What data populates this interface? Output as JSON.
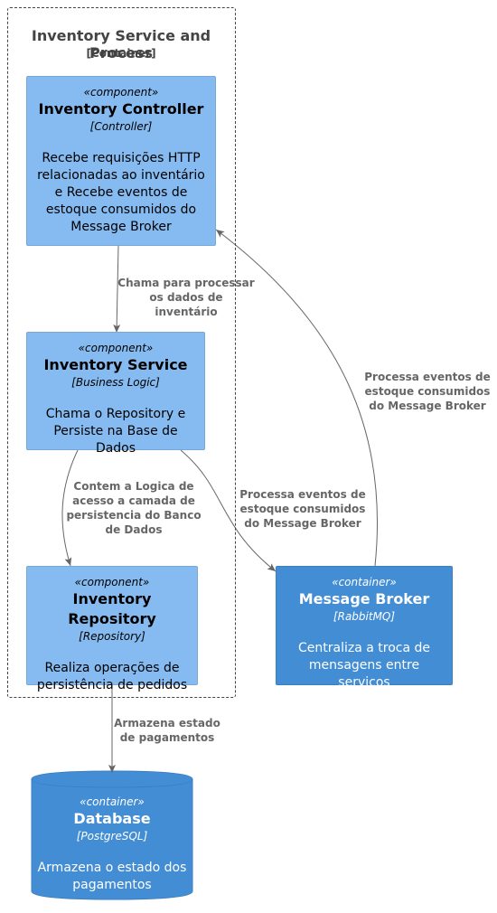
{
  "boundary": {
    "title": "Inventory Service and Process",
    "type": "[Container]"
  },
  "nodes": {
    "controller": {
      "stereotype": "«component»",
      "title": "Inventory Controller",
      "tech": "[Controller]",
      "desc": "Recebe requisições HTTP relacionadas ao inventário e Recebe eventos de estoque consumidos do Message Broker"
    },
    "service": {
      "stereotype": "«component»",
      "title": "Inventory Service",
      "tech": "[Business Logic]",
      "desc": "Chama o Repository e Persiste na Base de Dados"
    },
    "repository": {
      "stereotype": "«component»",
      "title": "Inventory Repository",
      "tech": "[Repository]",
      "desc": "Realiza operações de persistência de pedidos"
    },
    "broker": {
      "stereotype": "«container»",
      "title": "Message Broker",
      "tech": "[RabbitMQ]",
      "desc": "Centraliza a troca de mensagens entre serviços"
    },
    "database": {
      "stereotype": "«container»",
      "title": "Database",
      "tech": "[PostgreSQL]",
      "desc": "Armazena o estado dos pagamentos"
    }
  },
  "edges": {
    "controller_service": "Chama para processar os dados de inventário",
    "broker_controller": "Processa eventos de estoque consumidos do Message Broker",
    "service_repository": "Contem a Logica de acesso a camada de persistencia do Banco de Dados",
    "service_broker": "Processa eventos de estoque consumidos do Message Broker",
    "repository_database": "Armazena estado de pagamentos"
  },
  "colors": {
    "component": "#85bbf0",
    "container": "#438dd5",
    "arrow": "#666666",
    "boundary": "#444444"
  }
}
